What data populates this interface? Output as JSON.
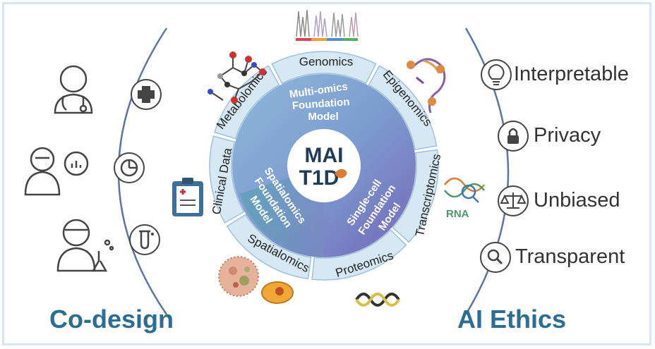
{
  "hub": {
    "line1": "MAI",
    "line2": "T1D"
  },
  "inner_models": [
    {
      "lines": [
        "Multi-omics",
        "Foundation",
        "Model"
      ]
    },
    {
      "lines": [
        "Spatialomics",
        "Foundation",
        "Model"
      ]
    },
    {
      "lines": [
        "Single-cell",
        "Foundation",
        "Model"
      ]
    }
  ],
  "ring_segments": [
    {
      "label": "Genomics"
    },
    {
      "label": "Epigenomics"
    },
    {
      "label": "Transcriptomics"
    },
    {
      "label": "Proteomics"
    },
    {
      "label": "Spatialomics"
    },
    {
      "label": "Clinical Data"
    },
    {
      "label": "Metabolomics"
    }
  ],
  "rna_label": "RNA",
  "codesign": {
    "title": "Co-design",
    "people": [
      {
        "icon": "doctor-icon",
        "badge": "medical-cross-icon"
      },
      {
        "icon": "analyst-icon",
        "badge": "pie-chart-icon"
      },
      {
        "icon": "scientist-icon",
        "badge": "test-tube-icon"
      }
    ]
  },
  "ethics": {
    "title": "AI Ethics",
    "items": [
      {
        "label": "Interpretable",
        "icon": "lightbulb-icon"
      },
      {
        "label": "Privacy",
        "icon": "lock-icon"
      },
      {
        "label": "Unbiased",
        "icon": "scale-icon"
      },
      {
        "label": "Transparent",
        "icon": "magnifier-icon"
      }
    ]
  },
  "colors": {
    "title": "#2b6e94",
    "accent_orange": "#e07a2f",
    "ring_fill": "#d6e8f3",
    "ring_stroke": "#9fc1d8",
    "arc": "#5b76a6",
    "frame": "#d4e6f1"
  }
}
